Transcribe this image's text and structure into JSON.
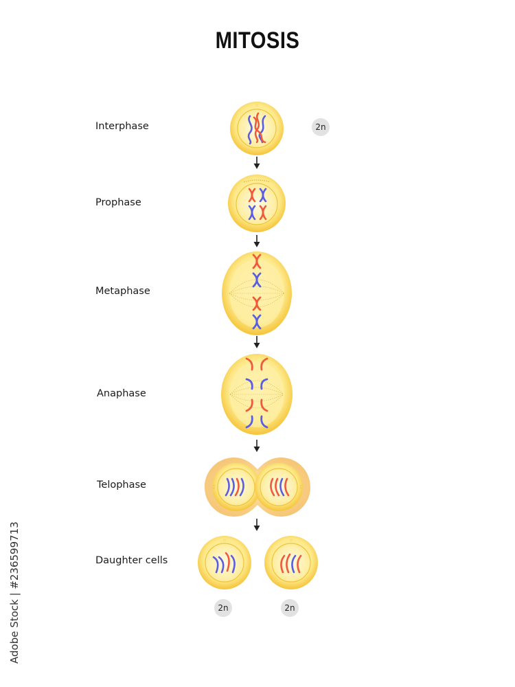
{
  "title": "MITOSIS",
  "stages": [
    {
      "name": "Interphase"
    },
    {
      "name": "Prophase"
    },
    {
      "name": "Metaphase"
    },
    {
      "name": "Anaphase"
    },
    {
      "name": "Telophase"
    },
    {
      "name": "Daughter cells"
    }
  ],
  "ploidy_labels": {
    "interphase": "2n",
    "daughter_left": "2n",
    "daughter_right": "2n"
  },
  "watermark": "Adobe Stock | #236599713",
  "colors": {
    "cell_outer": "#f6c630",
    "cytoplasm": "#fcea8c",
    "nucleus": "#fff7cf",
    "chromosome_red": "#ef5a3c",
    "chromosome_blue": "#5a5ee0",
    "telophase_halo": "#f6c97a",
    "badge": "#e2e2e2"
  }
}
